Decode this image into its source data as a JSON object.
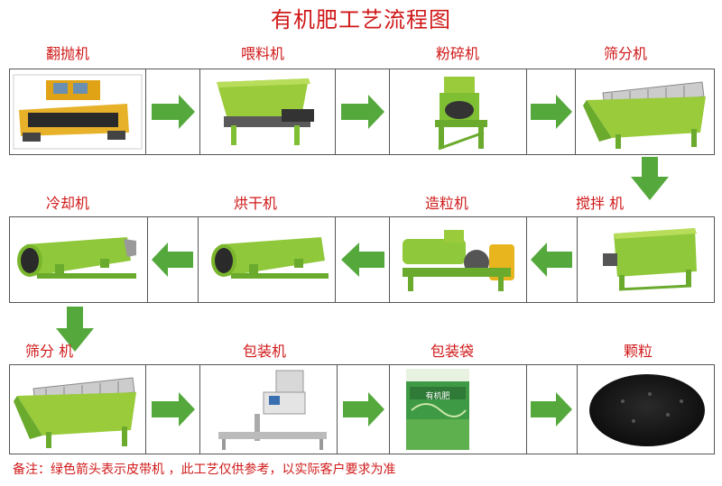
{
  "title": "有机肥工艺流程图",
  "rows": [
    {
      "labels": [
        "翻抛机",
        "喂料机",
        "粉碎机",
        "筛分机"
      ]
    },
    {
      "labels": [
        "冷却机",
        "烘干机",
        "造粒机",
        "搅拌 机"
      ]
    },
    {
      "labels": [
        "筛分 机",
        "包装机",
        "包装袋",
        "颗粒"
      ]
    }
  ],
  "bag_text": "有机肥",
  "note": "备注：绿色箭头表示皮带机 ，此工艺仅供参考，以实际客户要求为准",
  "colors": {
    "title": "#d01818",
    "arrow": "#55a93c",
    "machine": "#8fc83a"
  },
  "icons": [
    "right-arrow-icon",
    "left-arrow-icon",
    "down-arrow-icon"
  ]
}
